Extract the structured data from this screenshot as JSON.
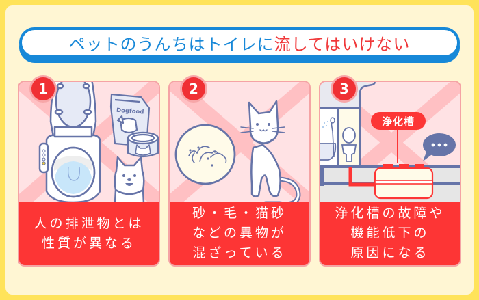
{
  "title": {
    "prefix": "ペットのうんちはトイレに",
    "emphasis": "流してはいけない"
  },
  "colors": {
    "frame": "#ffe35a",
    "background": "#fff6d3",
    "title_blue": "#1788d8",
    "accent_red": "#fd3535",
    "panel_bg": "#ffe2e4",
    "line": "#6674a8"
  },
  "panels": [
    {
      "number": "1",
      "illustration": "toilet-dogfood-dog",
      "label_text": "Dogfood",
      "caption_lines": [
        "人の排泄物とは",
        "性質が異なる"
      ]
    },
    {
      "number": "2",
      "illustration": "cat-with-litter-hair-circle",
      "caption_lines": [
        "砂・毛・猫砂",
        "などの異物が",
        "混ざっている"
      ]
    },
    {
      "number": "3",
      "illustration": "house-septic-tank",
      "label_text": "浄化槽",
      "speech_bubble": "…",
      "caption_lines": [
        "浄化槽の故障や",
        "機能低下の",
        "原因になる"
      ]
    }
  ]
}
